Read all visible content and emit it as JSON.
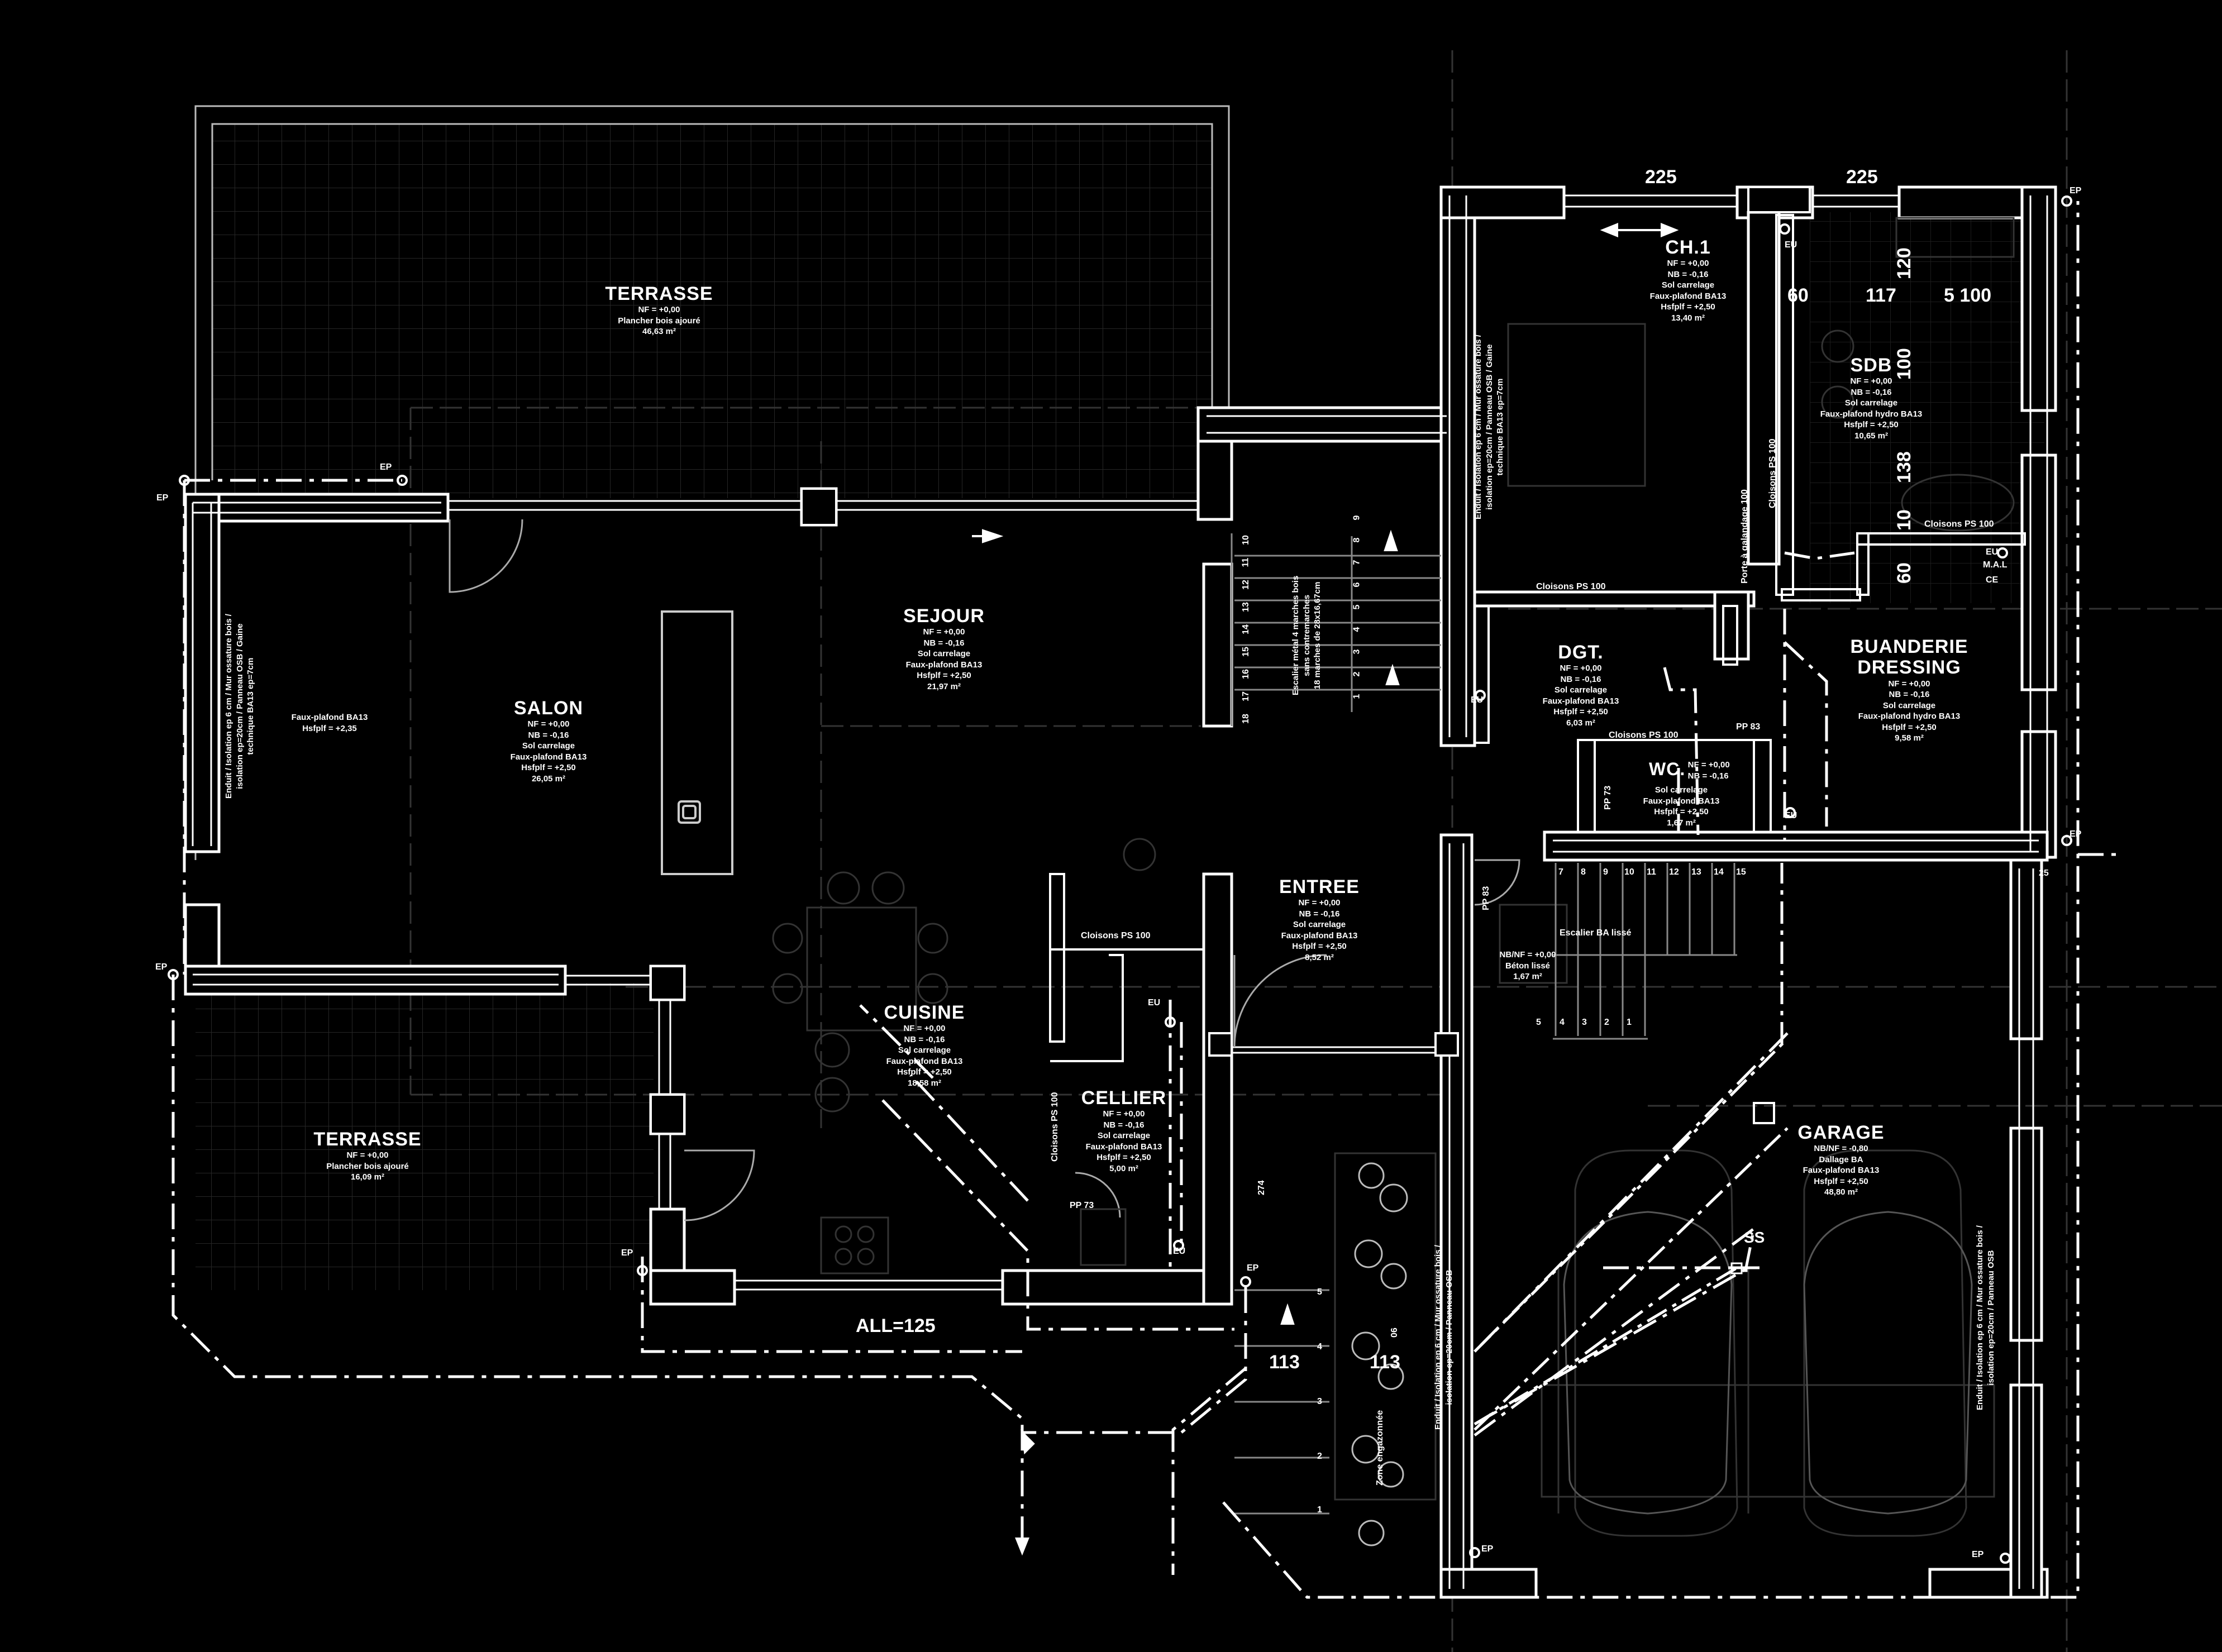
{
  "rooms": {
    "terrasse1": {
      "name": "TERRASSE",
      "lines": [
        "NF = +0,00",
        "Plancher bois ajouré",
        "46,63 m²"
      ]
    },
    "salon": {
      "name": "SALON",
      "lines": [
        "NF = +0,00",
        "NB = -0,16",
        "Sol carrelage",
        "Faux-plafond BA13",
        "Hsfplf = +2,50",
        "26,05 m²"
      ]
    },
    "salon_side": {
      "lines": [
        "Faux-plafond BA13",
        "Hsfplf = +2,35"
      ]
    },
    "sejour": {
      "name": "SEJOUR",
      "lines": [
        "NF = +0,00",
        "NB = -0,16",
        "Sol carrelage",
        "Faux-plafond BA13",
        "Hsfplf = +2,50",
        "21,97 m²"
      ]
    },
    "cuisine": {
      "name": "CUISINE",
      "lines": [
        "NF = +0,00",
        "NB = -0,16",
        "Sol carrelage",
        "Faux-plafond BA13",
        "Hsfplf = +2,50",
        "18,58 m²"
      ]
    },
    "terrasse2": {
      "name": "TERRASSE",
      "lines": [
        "NF = +0,00",
        "Plancher bois ajouré",
        "16,09 m²"
      ]
    },
    "cellier": {
      "name": "CELLIER",
      "lines": [
        "NF = +0,00",
        "NB = -0,16",
        "Sol carrelage",
        "Faux-plafond BA13",
        "Hsfplf = +2,50",
        "5,00 m²"
      ]
    },
    "entree": {
      "name": "ENTREE",
      "lines": [
        "NF = +0,00",
        "NB = -0,16",
        "Sol carrelage",
        "Faux-plafond BA13",
        "Hsfplf = +2,50",
        "8,52 m²"
      ]
    },
    "ch1": {
      "name": "CH.1",
      "lines": [
        "NF = +0,00",
        "NB = -0,16",
        "Sol carrelage",
        "Faux-plafond BA13",
        "Hsfplf = +2,50",
        "13,40 m²"
      ]
    },
    "sdb": {
      "name": "SDB",
      "lines": [
        "NF = +0,00",
        "NB = -0,16",
        "Sol carrelage",
        "Faux-plafond hydro BA13",
        "Hsfplf = +2,50",
        "10,65 m²"
      ]
    },
    "dgt": {
      "name": "DGT.",
      "lines": [
        "NF = +0,00",
        "NB = -0,16",
        "Sol carrelage",
        "Faux-plafond BA13",
        "Hsfplf = +2,50",
        "6,03 m²"
      ]
    },
    "buanderie": {
      "name": "BUANDERIE",
      "name2": "DRESSING",
      "lines": [
        "NF = +0,00",
        "NB = -0,16",
        "Sol carrelage",
        "Faux-plafond hydro BA13",
        "Hsfplf = +2,50",
        "9,58 m²"
      ]
    },
    "wc": {
      "name": "WC.",
      "lines": [
        "NF = +0,00",
        "NB = -0,16",
        "Sol carrelage",
        "Faux-plafond BA13",
        "Hsfplf = +2,50",
        "1,67 m²"
      ]
    },
    "garage": {
      "name": "GARAGE",
      "lines": [
        "NB/NF = -0,80",
        "Dallage BA",
        "Faux-plafond BA13",
        "Hsfplf = +2,50",
        "48,80 m²"
      ]
    }
  },
  "beton": {
    "lines": [
      "NB/NF = +0,00",
      "Béton lissé",
      "1,67 m²"
    ]
  },
  "dims": {
    "top_left": "225",
    "top_right": "225",
    "d60": "60",
    "d117": "117",
    "d120": "120",
    "d5100": "5 100",
    "d100": "100",
    "d138": "138",
    "d10": "10",
    "d60b": "60",
    "all": "ALL=125",
    "d113a": "113",
    "d113b": "113",
    "d274": "274",
    "d25": "25",
    "d06": "06"
  },
  "notes": {
    "cloisons_cellier": "Cloisons PS 100",
    "cloisons_cellier_v": "Cloisons PS 100",
    "cloisons_ch1": "Cloisons PS 100",
    "cloisons_wc": "Cloisons PS 100",
    "cloisons_sdb": "Cloisons PS 100",
    "cloisons_sdb_v": "Cloisons PS 100",
    "porte_galandage": "Porte à galandage 100",
    "pp83a": "PP 83",
    "pp83b": "PP 83",
    "pp73a": "PP 73",
    "pp73b": "PP 73",
    "mal": "M.A.L",
    "ce": "CE",
    "escalier_ba": "Escalier BA lissé",
    "zone": "Zone engazonnée",
    "ss": "SS",
    "escalier_metal": [
      "Escalier métal 4 marches bois",
      "sans contremarches",
      "18 marches de 28x16,67cm"
    ]
  },
  "wall_notes": {
    "left": [
      "Enduit / Isolation ep 6 cm / Mur ossature bois /",
      "isolation ep=20cm / Panneau OSB / Gaine",
      "technique BA13 ep=7cm"
    ],
    "ch1": [
      "Enduit / Isolation ep 6 cm / Mur ossature bois /",
      "isolation ep=20cm / Panneau OSB / Gaine",
      "technique BA13 ep=7cm"
    ],
    "garage_left": [
      "Enduit / Isolation ep 6 cm / Mur ossature bois /",
      "isolation ep=20cm / Panneau OSB"
    ],
    "garage_right": [
      "Enduit / Isolation ep 6 cm / Mur ossature bois /",
      "isolation ep=20cm / Panneau OSB"
    ]
  },
  "markers": {
    "ep": "EP",
    "eu": "EU"
  },
  "stairs": {
    "main": [
      "10",
      "11",
      "12",
      "13",
      "14",
      "15",
      "16",
      "17",
      "18"
    ],
    "main_right": [
      "9",
      "8",
      "7",
      "6",
      "5",
      "4",
      "3",
      "2",
      "1"
    ],
    "ba_top": [
      "7",
      "8",
      "9",
      "10",
      "11",
      "12",
      "13",
      "14",
      "15"
    ],
    "ba_bottom": [
      "5",
      "4",
      "3",
      "2",
      "1"
    ],
    "ext": [
      "5",
      "4",
      "3",
      "2",
      "1"
    ]
  }
}
